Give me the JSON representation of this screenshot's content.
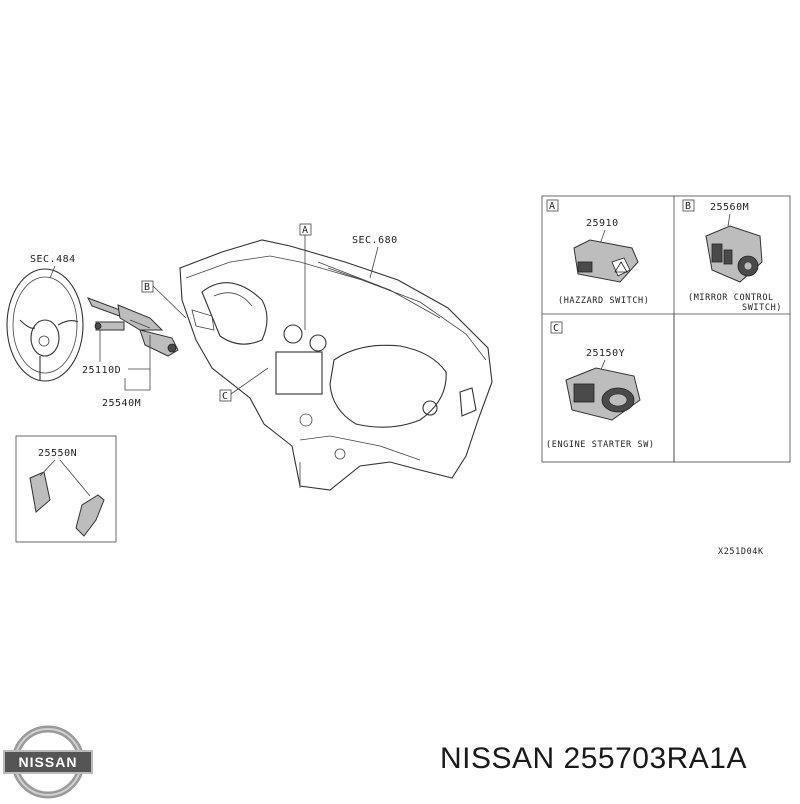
{
  "diagram": {
    "section_refs": [
      "SEC.484",
      "SEC.680"
    ],
    "parts": {
      "steering_switch": "25550N",
      "combination_switch": "25540M",
      "switch_body": "25110D",
      "hazard_switch": "25910",
      "mirror_switch": "25560M",
      "starter_switch": "25150Y"
    },
    "callouts": {
      "a": "A",
      "b": "B",
      "c": "C"
    },
    "captions": {
      "hazard": "(HAZZARD SWITCH)",
      "mirror_line1": "(MIRROR CONTROL",
      "mirror_line2": "SWITCH)",
      "starter": "(ENGINE STARTER SW)"
    },
    "drawing_code": "X251D04K"
  },
  "brand": {
    "logo_text": "NISSAN"
  },
  "title": "NISSAN 255703RA1A"
}
